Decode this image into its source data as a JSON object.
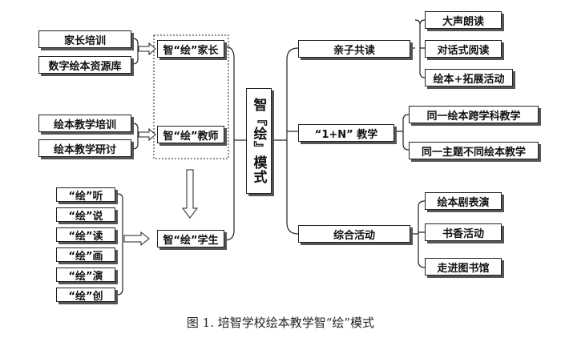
{
  "center": {
    "label": "智『绘』模式"
  },
  "parents_group": {
    "hub": "智“绘”家长",
    "items": [
      "家长培训",
      "数字绘本资源库"
    ]
  },
  "teachers_group": {
    "hub": "智“绘”教师",
    "items": [
      "绘本教学培训",
      "绘本教学研讨"
    ]
  },
  "students_group": {
    "hub": "智“绘”学生",
    "items": [
      "“绘”听",
      "“绘”说",
      "“绘”读",
      "“绘”画",
      "“绘”演",
      "“绘”创"
    ]
  },
  "branches": [
    {
      "label": "亲子共读",
      "items": [
        "大声朗读",
        "对话式阅读",
        "绘本+拓展活动"
      ]
    },
    {
      "label": "“1+N” 教学",
      "items": [
        "同一绘本跨学科教学",
        "同一主题不同绘本教学"
      ]
    },
    {
      "label": "综合活动",
      "items": [
        "绘本剧表演",
        "书香活动",
        "走进图书馆"
      ]
    }
  ],
  "caption": "图 1. 培智学校绘本教学智“绘”模式"
}
